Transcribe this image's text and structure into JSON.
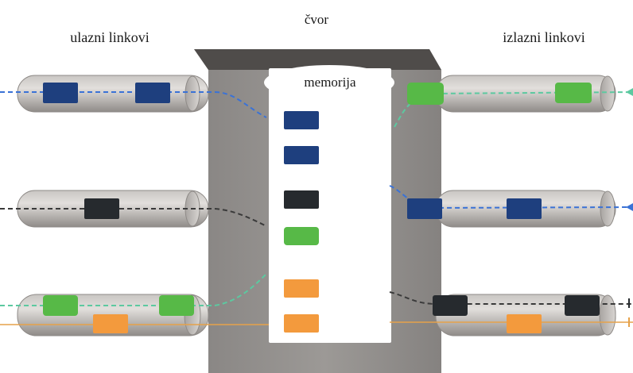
{
  "labels": {
    "node": "čvor",
    "inputs": "ulazni linkovi",
    "outputs": "izlazni linkovi",
    "memory": "memorija"
  },
  "colors": {
    "blue": "#1e3f7e",
    "black": "#262a2e",
    "green": "#57b947",
    "orange": "#f39a3d",
    "blue_line": "#3a72d6",
    "black_line": "#3a3a3a",
    "green_line": "#5cc9a0",
    "orange_line": "#e6a24a",
    "node_body": "#8e8b88",
    "node_top": "#4f4c4a",
    "memory_bg": "#ffffff"
  },
  "input_links": [
    {
      "name": "input-link-1",
      "packets": [
        "blue",
        "blue"
      ]
    },
    {
      "name": "input-link-2",
      "packets": [
        "black"
      ]
    },
    {
      "name": "input-link-3",
      "packets": [
        "green",
        "green",
        "orange"
      ]
    }
  ],
  "output_links": [
    {
      "name": "output-link-1",
      "packets": [
        "green",
        "green"
      ]
    },
    {
      "name": "output-link-2",
      "packets": [
        "blue",
        "blue"
      ]
    },
    {
      "name": "output-link-3",
      "packets": [
        "black",
        "black",
        "orange"
      ]
    }
  ],
  "memory_queue": [
    "blue",
    "blue",
    "black",
    "green",
    "orange",
    "orange"
  ]
}
